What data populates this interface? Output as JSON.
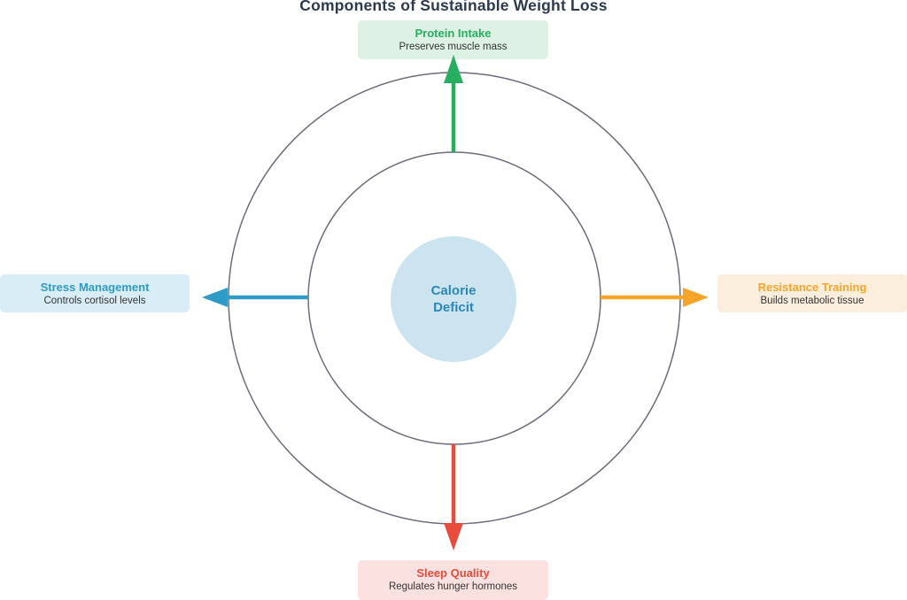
{
  "title": "Components of Sustainable Weight Loss",
  "center": {
    "line1": "Calorie",
    "line2": "Deficit",
    "fill_color": "#cbe4ef",
    "text_color": "#2c87b8"
  },
  "rings": {
    "stroke_color": "#6c6c7c"
  },
  "components": {
    "top": {
      "label": "Protein Intake",
      "description": "Preserves muscle mass",
      "accent_color": "#27ae60",
      "background_color": "#ddf1e5",
      "arrow_direction": "up"
    },
    "left": {
      "label": "Stress Management",
      "description": "Controls cortisol levels",
      "accent_color": "#2e9cc6",
      "background_color": "#d9edf6",
      "arrow_direction": "left"
    },
    "right": {
      "label": "Resistance Training",
      "description": "Builds metabolic tissue",
      "accent_color": "#f5a62a",
      "background_color": "#fceedc",
      "arrow_direction": "right"
    },
    "bottom": {
      "label": "Sleep Quality",
      "description": "Regulates hunger hormones",
      "accent_color": "#e74c3c",
      "background_color": "#fbe2e0",
      "arrow_direction": "down"
    }
  }
}
